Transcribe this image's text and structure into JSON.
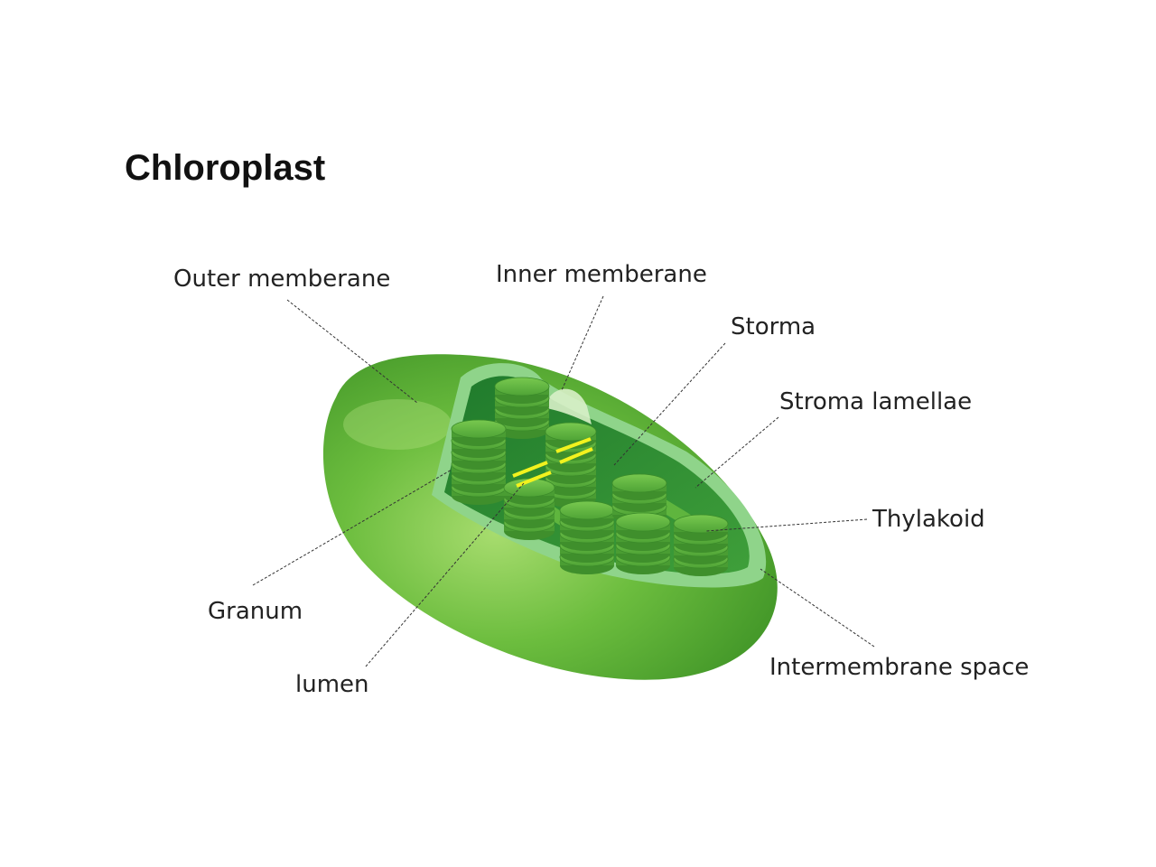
{
  "title": "Chloroplast",
  "labels": {
    "outer_membrane": "Outer memberane",
    "inner_membrane": "Inner memberane",
    "stroma": "Storma",
    "stroma_lamellae": "Stroma lamellae",
    "thylakoid": "Thylakoid",
    "granum": "Granum",
    "lumen": "lumen",
    "intermembrane_space": "Intermembrane space"
  },
  "colors": {
    "outer_body": "#5fb33a",
    "outer_highlight": "#9bd468",
    "inner_membrane": "#8fd08a",
    "stroma": "#2f8f3c",
    "thylakoid": "#63b942",
    "lumen_marker": "#f5f52a"
  }
}
